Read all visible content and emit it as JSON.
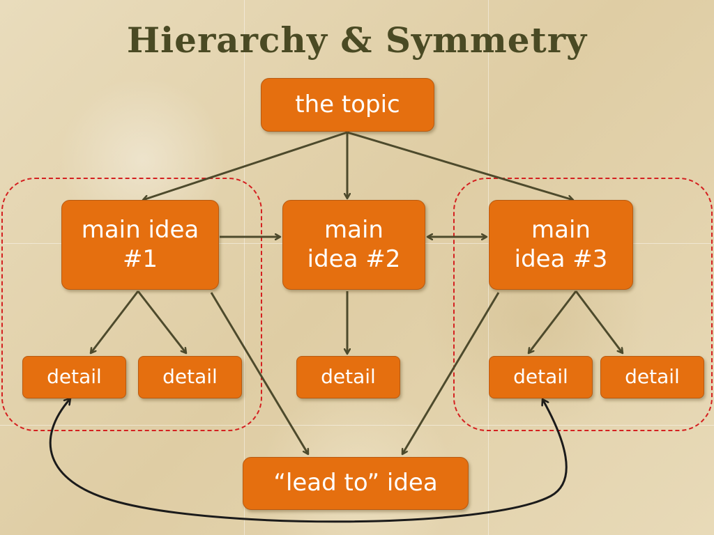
{
  "title": "Hierarchy & Symmetry",
  "nodes": {
    "topic": "the topic",
    "main_idea_1": "main idea #1",
    "main_idea_2": "main idea #2",
    "main_idea_3": "main idea #3",
    "detail_1a": "detail",
    "detail_1b": "detail",
    "detail_2": "detail",
    "detail_3a": "detail",
    "detail_3b": "detail",
    "lead_to": "“lead to” idea"
  },
  "colors": {
    "node_fill": "#e56f0f",
    "node_text": "#ffffff",
    "arrow": "#4d4a2c",
    "group_border": "#d42020",
    "title_text": "#4a4a24"
  }
}
